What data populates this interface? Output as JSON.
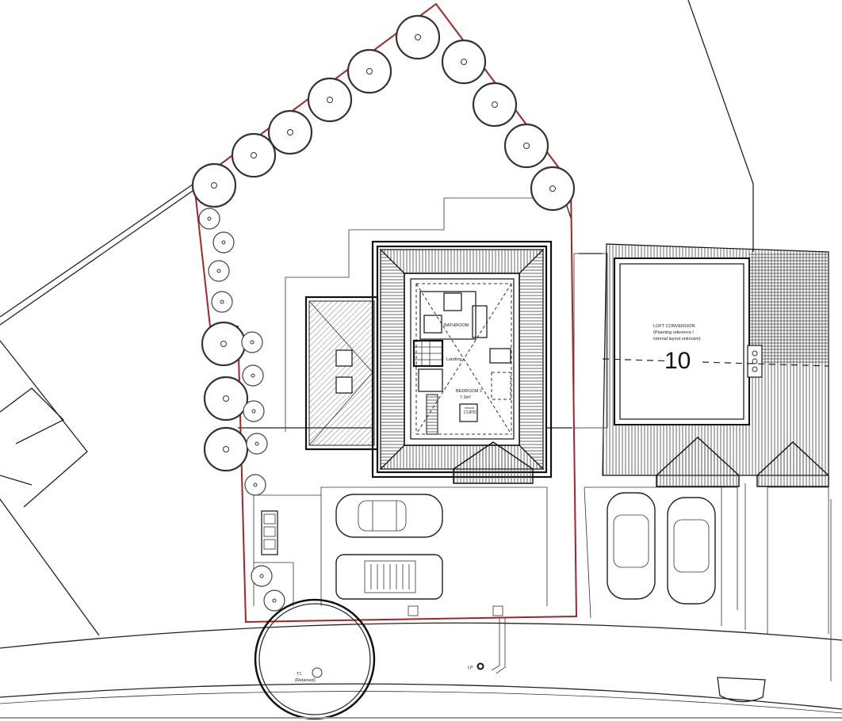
{
  "plan": {
    "loft_label_line1": "LOFT CONVERSION",
    "loft_label_line2": "(Planning reference /",
    "loft_label_line3": "internal layout unknown)",
    "plot_number": "10",
    "tree_label": "T1",
    "tree_status": "(Retained)",
    "lamp_post_label": "LP",
    "room_bathroom": "BATHROOM",
    "room_landing": "Landing",
    "room_bedroom": "BEDROOM 2",
    "room_bedroom_size": "7.3m²",
    "room_cupd": "CUPD",
    "colors": {
      "boundary": "#a52424",
      "linework": "#222222",
      "background": "#ffffff"
    }
  }
}
